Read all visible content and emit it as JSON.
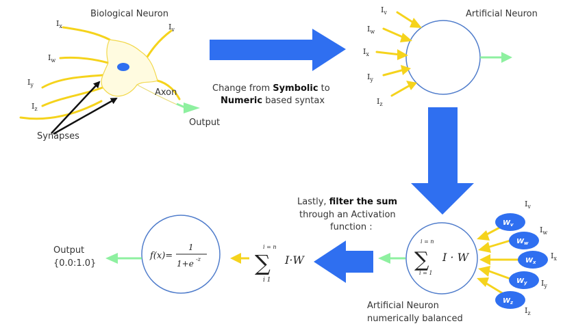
{
  "colors": {
    "blue_arrow": "#2f6ff0",
    "yellow": "#f5d31c",
    "green": "#8ef0a0",
    "circle_stroke": "#4f7ccb",
    "weight_blob": "#2f6ff0"
  },
  "bio": {
    "title": "Biological Neuron",
    "inputs": [
      "I",
      "I",
      "I",
      "I",
      "I"
    ],
    "input_subs": [
      "x",
      "v",
      "w",
      "y",
      "z"
    ],
    "axon": "Axon",
    "output": "Output",
    "synapses": "Synapses"
  },
  "transition": {
    "part1": "Change from ",
    "symbolic": "Symbolic",
    "part2": " to",
    "numeric": "Numeric",
    "part3": " based syntax"
  },
  "artificial": {
    "title": "Artificial Neuron",
    "inputs": [
      "I",
      "I",
      "I",
      "I",
      "I"
    ],
    "input_subs": [
      "v",
      "w",
      "x",
      "y",
      "z"
    ]
  },
  "filter": {
    "lastly": "Lastly, ",
    "bold": "filter the sum",
    "line2": "through an Activation",
    "line3": "function :"
  },
  "balanced": {
    "caption_line1": "Artificial Neuron",
    "caption_line2": "numerically balanced",
    "sum_upper": "i = n",
    "sum_lower": "i = 1",
    "sigma": "∑",
    "term": "I · W",
    "weights": [
      "W",
      "W",
      "W",
      "W",
      "W"
    ],
    "weight_subs": [
      "v",
      "w",
      "x",
      "y",
      "z"
    ],
    "inputs": [
      "I",
      "I",
      "I",
      "I",
      "I"
    ],
    "input_subs": [
      "v",
      "w",
      "x",
      "y",
      "z"
    ]
  },
  "middle_sum": {
    "sum_upper": "i = n",
    "sum_lower": "i   1",
    "sigma": "∑",
    "term": "I·W"
  },
  "activation": {
    "fx": "f(x)=",
    "numerator": "1",
    "denominator": "1+e",
    "exponent": "-z"
  },
  "final_output": {
    "label": "Output",
    "range": "{0.0:1.0}"
  }
}
